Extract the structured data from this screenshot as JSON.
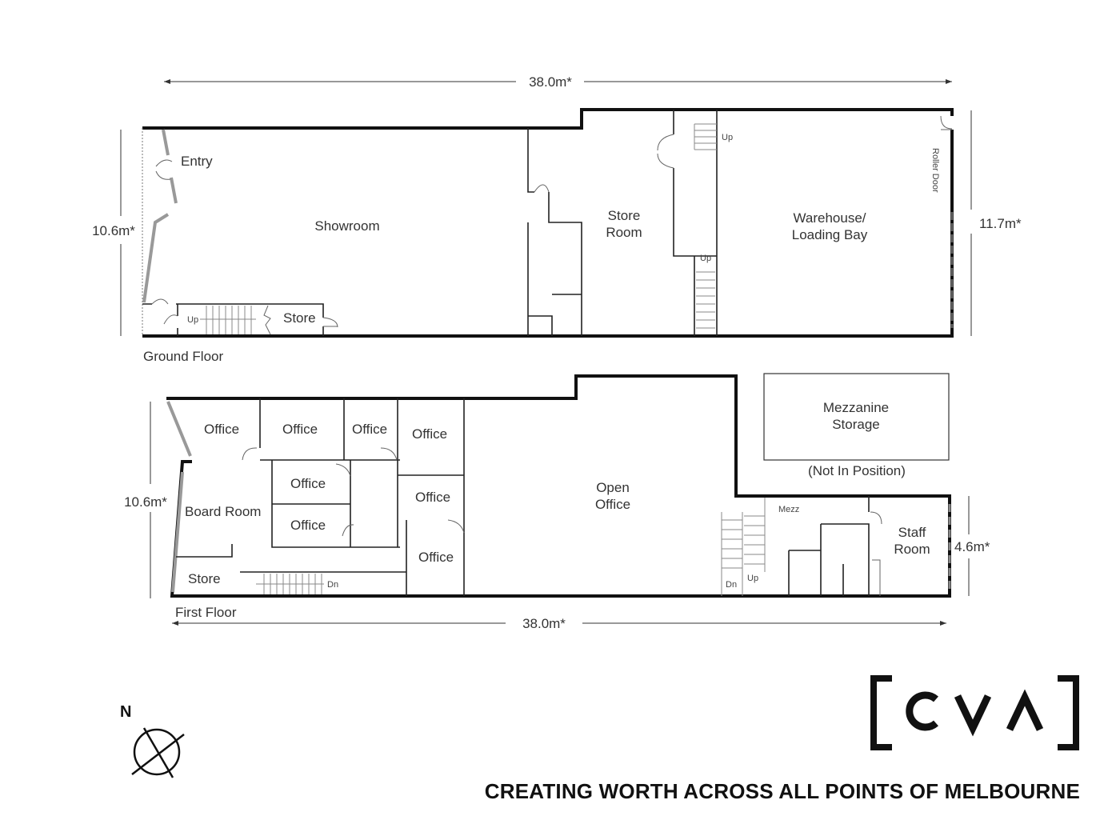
{
  "ground_floor": {
    "title": "Ground Floor",
    "width_dim": "38.0m*",
    "left_dim": "10.6m*",
    "right_dim": "11.7m*",
    "rooms": {
      "entry": "Entry",
      "showroom": "Showroom",
      "store": "Store",
      "store_room_1": "Store",
      "store_room_2": "Room",
      "warehouse_1": "Warehouse/",
      "warehouse_2": "Loading Bay",
      "roller_door": "Roller Door"
    },
    "stair_up_1": "Up",
    "stair_up_2": "Up",
    "stair_up_3": "Up"
  },
  "first_floor": {
    "title": "First Floor",
    "width_dim": "38.0m*",
    "left_dim": "10.6m*",
    "right_dim": "4.6m*",
    "rooms": {
      "office": "Office",
      "board_room": "Board Room",
      "store": "Store",
      "open_office_1": "Open",
      "open_office_2": "Office",
      "staff_room_1": "Staff",
      "staff_room_2": "Room",
      "mezz_1": "Mezzanine",
      "mezz_2": "Storage",
      "mezz_note": "(Not In Position)"
    },
    "stair_dn_1": "Dn",
    "stair_dn_2": "Dn",
    "stair_up": "Up",
    "mezz_label": "Mezz"
  },
  "compass": {
    "label": "N"
  },
  "brand": {
    "logo": "CVA",
    "tagline": "CREATING WORTH ACROSS ALL POINTS OF MELBOURNE"
  }
}
